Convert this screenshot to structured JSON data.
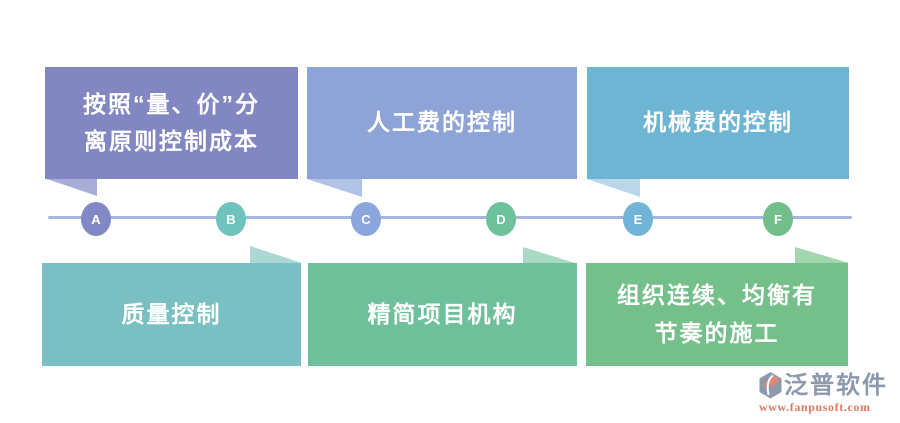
{
  "top_boxes": [
    {
      "text": "按照“量、价”分\n离原则控制成本",
      "color": "#8287C1",
      "pointer_color": "#A8ACD7"
    },
    {
      "text": "人工费的控制",
      "color": "#8EA4D7",
      "pointer_color": "#B2C4E6"
    },
    {
      "text": "机械费的控制",
      "color": "#6EB4D3",
      "pointer_color": "#B9D7E8"
    }
  ],
  "bottom_boxes": [
    {
      "text": "质量控制",
      "color": "#7AC0C3",
      "pointer_color": "#ABD7D4"
    },
    {
      "text": "精简项目机构",
      "color": "#6EC09B",
      "pointer_color": "#A8DAC1"
    },
    {
      "text": "组织连续、均衡有\n节奏的施工",
      "color": "#75BF8B",
      "pointer_color": "#A3D6AF"
    }
  ],
  "timeline": {
    "line_color": "#A6B6DF",
    "nodes": [
      {
        "label": "A",
        "color": "#8188C5"
      },
      {
        "label": "B",
        "color": "#6EC3BC"
      },
      {
        "label": "C",
        "color": "#8BA5DD"
      },
      {
        "label": "D",
        "color": "#6EC29B"
      },
      {
        "label": "E",
        "color": "#71B4D8"
      },
      {
        "label": "F",
        "color": "#71BE8A"
      }
    ]
  },
  "watermark": {
    "brand": "泛普软件",
    "url": "www.fanpusoft.com",
    "brand_color": "#8D99AC",
    "url_color": "#DC7A62",
    "logo_base_color": "#8D99AC",
    "logo_accent_color": "#E08873"
  }
}
